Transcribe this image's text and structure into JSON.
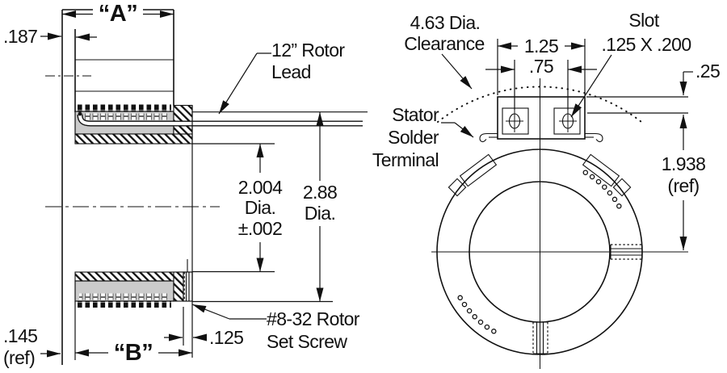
{
  "drawing": {
    "background": "#ffffff",
    "line_color": "#111111",
    "lamination_fill": "#cbcbcb",
    "left_view": {
      "dim_overall_width": "“A”",
      "dim_wall_thickness": ".187",
      "label_rotor_lead": [
        "12” Rotor",
        "Lead"
      ],
      "dim_bore": [
        "2.004",
        "Dia.",
        "±.002"
      ],
      "dim_outer": [
        "2.88",
        "Dia."
      ],
      "label_set_screw": [
        "#8-32 Rotor",
        "Set Screw"
      ],
      "dim_flange_ref": [
        ".145",
        "(ref)"
      ],
      "dim_body_width": "“B”",
      "dim_set_screw_offset": ".125"
    },
    "right_view": {
      "label_clearance": [
        "4.63 Dia.",
        "Clearance"
      ],
      "label_slot": [
        "Slot",
        ".125 X .200"
      ],
      "dim_block_width": "1.25",
      "dim_hole_spacing": ".75",
      "dim_top_offset": ".25",
      "dim_ref_height": [
        "1.938",
        "(ref)"
      ],
      "label_stator_terminal": [
        "Stator",
        "Solder",
        "Terminal"
      ]
    }
  }
}
